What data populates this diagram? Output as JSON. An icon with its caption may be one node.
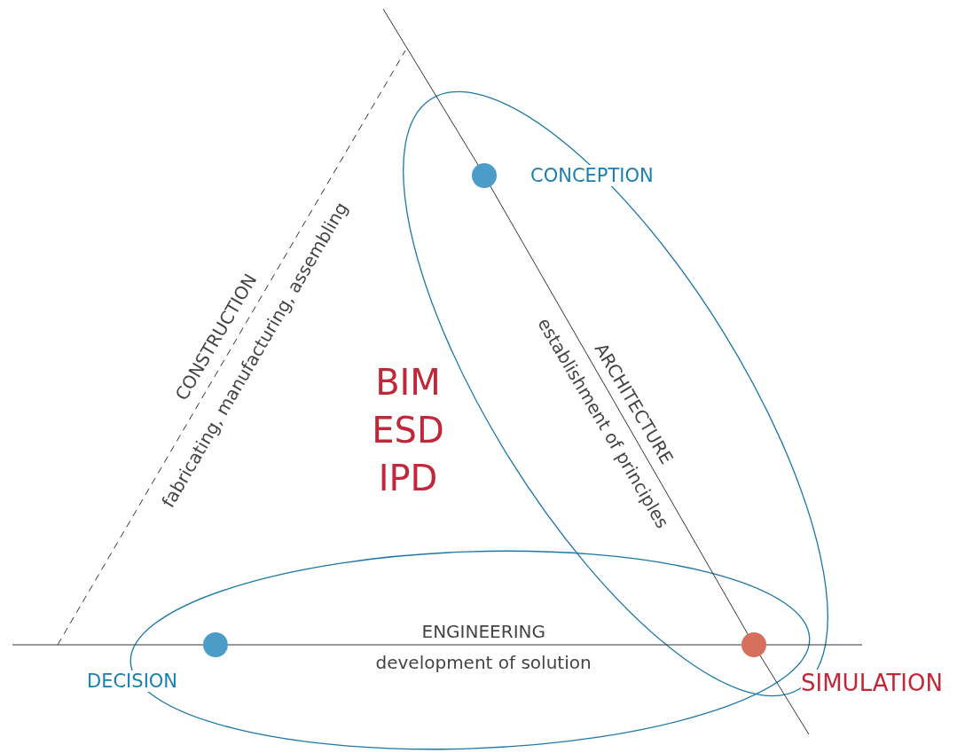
{
  "diagram": {
    "nodes": [
      {
        "text": [],
        "shape": "circle",
        "beside": [
          "CONCEPTION"
        ]
      },
      {
        "text": [],
        "shape": "circle",
        "beside": [
          "DECISION"
        ]
      },
      {
        "text": [],
        "shape": "circle",
        "beside": [
          "SIMULATION"
        ]
      }
    ],
    "edges": [
      {
        "from": 0,
        "to": 2,
        "arrow": "none",
        "label": "ARCHITECTURE"
      },
      {
        "from": 1,
        "to": 2,
        "arrow": "none",
        "label": "ENGINEERING"
      }
    ],
    "labels": [
      "CONSTRUCTION",
      "fabricating, manufacturing, assembling",
      "establishment of principles",
      "development of solution",
      "BIM ESD IPD"
    ]
  }
}
